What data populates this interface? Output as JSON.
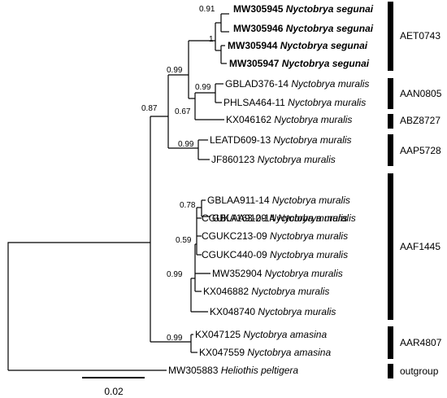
{
  "tips": {
    "mw305945": {
      "acc": "MW305945",
      "sp": "Nyctobrya segunai"
    },
    "mw305946": {
      "acc": "MW305946",
      "sp": "Nyctobrya segunai"
    },
    "mw305944": {
      "acc": "MW305944",
      "sp": "Nyctobrya segunai"
    },
    "mw305947": {
      "acc": "MW305947",
      "sp": "Nyctobrya segunai"
    },
    "gblad376": {
      "acc": "GBLAD376-14",
      "sp": "Nyctobrya muralis"
    },
    "phlsa464": {
      "acc": "PHLSA464-11",
      "sp": "Nyctobrya muralis"
    },
    "kx046162": {
      "acc": "KX046162",
      "sp": "Nyctobrya muralis"
    },
    "leatd609": {
      "acc": "LEATD609-13",
      "sp": "Nyctobrya muralis"
    },
    "jf860123": {
      "acc": "JF860123",
      "sp": "Nyctobrya muralis"
    },
    "gblaa911": {
      "acc": "GBLAA911-14",
      "sp": "Nyctobrya muralis"
    },
    "gblaa912": {
      "acc": "GBLAA912-14",
      "sp": "Nyctobrya muralis"
    },
    "cguka163": {
      "acc": "CGUKA163-09",
      "sp": "Nyctobrya muralis"
    },
    "cgukc213": {
      "acc": "CGUKC213-09",
      "sp": "Nyctobrya muralis"
    },
    "cgukc440": {
      "acc": "CGUKC440-09",
      "sp": "Nyctobrya muralis"
    },
    "mw352904": {
      "acc": "MW352904",
      "sp": "Nyctobrya muralis"
    },
    "kx046882": {
      "acc": "KX046882",
      "sp": "Nyctobrya muralis"
    },
    "kx048740": {
      "acc": "KX048740",
      "sp": "Nyctobrya muralis"
    },
    "kx047125": {
      "acc": "KX047125",
      "sp": "Nyctobrya amasina"
    },
    "kx047559": {
      "acc": "KX047559",
      "sp": "Nyctobrya amasina"
    },
    "mw305883": {
      "acc": "MW305883",
      "sp": "Heliothis peltigera"
    }
  },
  "support": {
    "s091": "0.91",
    "s1": "1",
    "s099a": "0.99",
    "s099b": "0.99",
    "s067": "0.67",
    "s087": "0.87",
    "s099c": "0.99",
    "s078": "0.78",
    "s059": "0.59",
    "s099d": "0.99",
    "s099e": "0.99"
  },
  "bins": {
    "aet0743": "AET0743",
    "aan0805": "AAN0805",
    "abz8727": "ABZ8727",
    "aap5728": "AAP5728",
    "aaf1445": "AAF1445",
    "aar4807": "AAR4807",
    "outgroup": "outgroup"
  },
  "scale": {
    "label": "0.02"
  }
}
